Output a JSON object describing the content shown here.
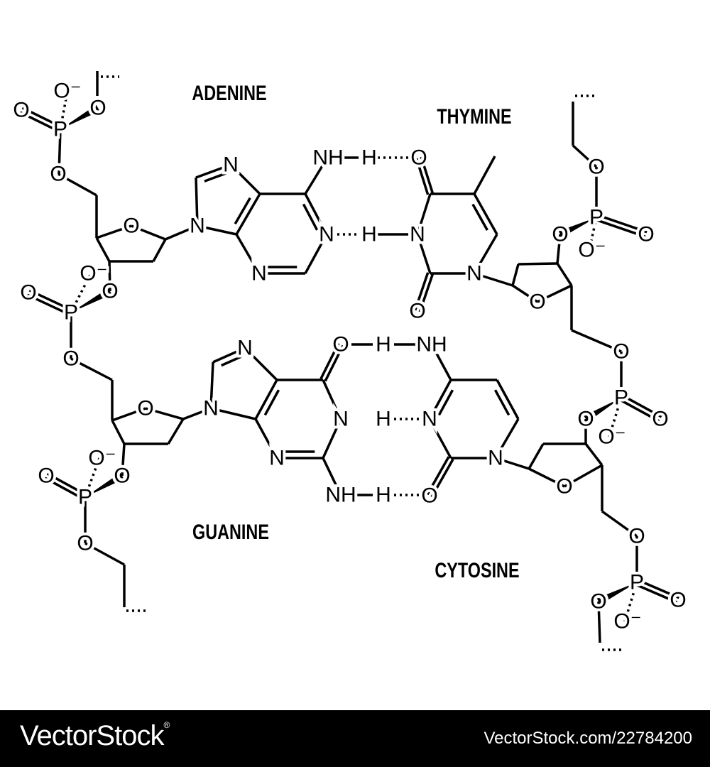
{
  "labels": {
    "adenine": "ADENINE",
    "thymine": "THYMINE",
    "guanine": "GUANINE",
    "cytosine": "CYTOSINE"
  },
  "atoms": {
    "O": "O",
    "N": "N",
    "P": "P",
    "H": "H",
    "NH": "NH",
    "Om": "O⁻"
  },
  "footer": {
    "logo": "VectorStock",
    "logo_mark": "®",
    "reference": "VectorStock.com/22784200"
  },
  "colors": {
    "ink": "#000000",
    "background": "#ffffff",
    "footer": "#000000"
  }
}
